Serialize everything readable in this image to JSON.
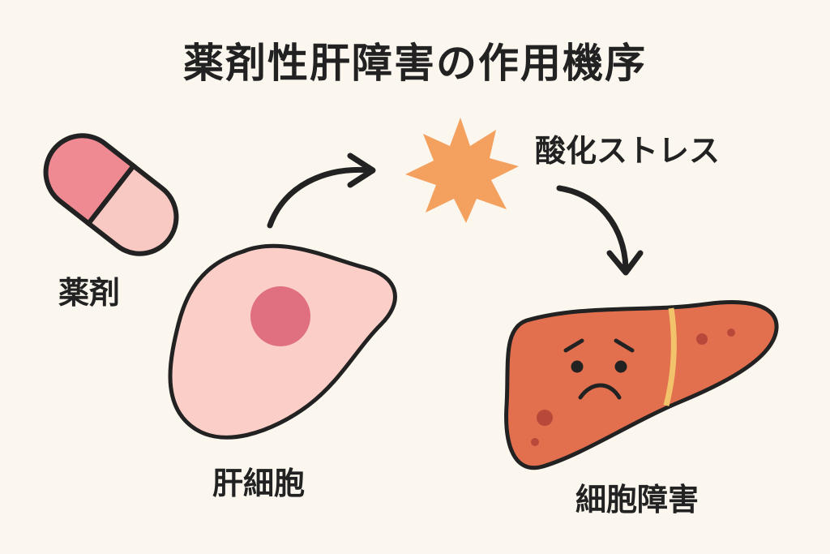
{
  "title": "薬剤性肝障害の作用機序",
  "labels": {
    "drug": "薬剤",
    "hepatocyte": "肝細胞",
    "oxidative_stress": "酸化ストレス",
    "cell_damage": "細胞障害"
  },
  "colors": {
    "background": "#fbf7ee",
    "pill_top": "#ef8a93",
    "pill_bottom": "#f8c8c3",
    "cell": "#fbcfc8",
    "nucleus": "#e06f80",
    "star": "#f4a05e",
    "liver": "#e2704f",
    "liver_stripe": "#f2c36b",
    "outline": "#222222"
  }
}
